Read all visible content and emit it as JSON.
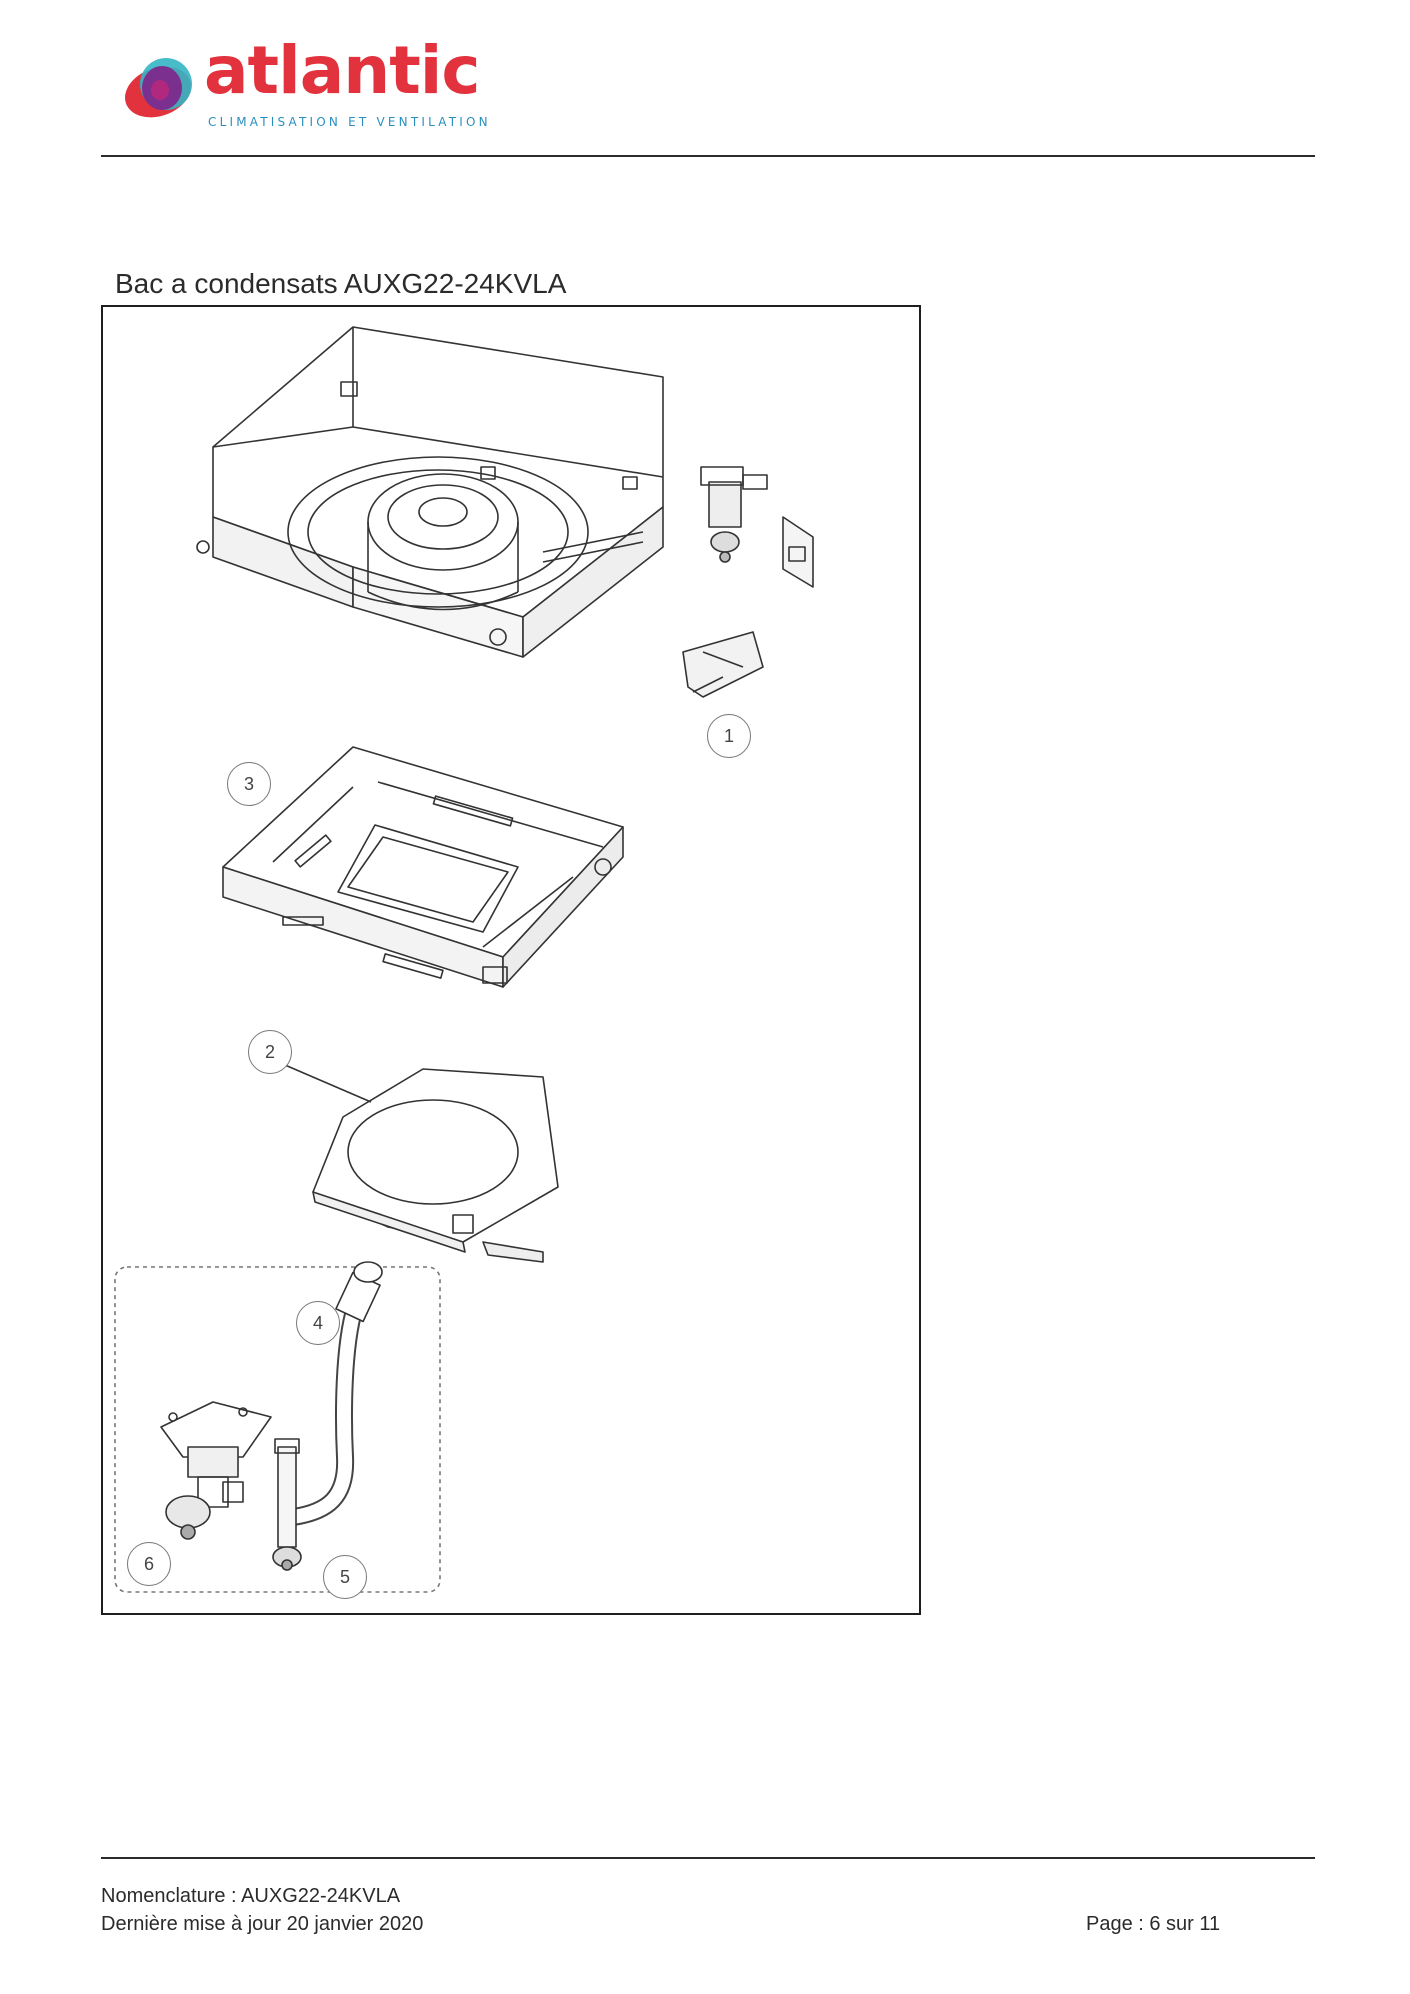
{
  "header": {
    "brand_name": "atlantic",
    "brand_tagline": "CLIMATISATION ET VENTILATION",
    "colors": {
      "brand_red": "#e1323d",
      "brand_blue": "#2a8fbf",
      "brand_purple": "#7b2f8e",
      "brand_teal": "#35b5c4"
    }
  },
  "section": {
    "title": "Bac a condensats AUXG22-24KVLA"
  },
  "figure": {
    "callouts": [
      "1",
      "2",
      "3",
      "4",
      "5",
      "6"
    ]
  },
  "footer": {
    "nomenclature": "Nomenclature : AUXG22-24KVLA",
    "last_update": "Dernière mise à jour 20 janvier 2020",
    "page": "Page : 6 sur 11"
  }
}
